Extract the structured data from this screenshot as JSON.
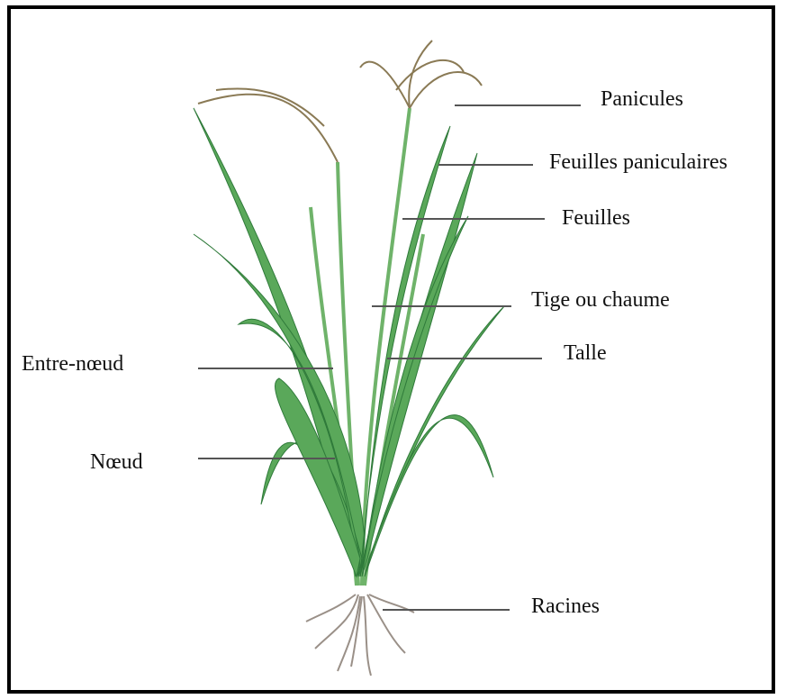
{
  "diagram": {
    "subject": "rice plant",
    "labels": {
      "panicules": "Panicules",
      "feuilles_paniculaires": "Feuilles paniculaires",
      "feuilles": "Feuilles",
      "tige": "Tige ou chaume",
      "talle": "Talle",
      "entre_noeud": "Entre-nœud",
      "noeud": "Nœud",
      "racines": "Racines"
    },
    "colors": {
      "leaf": "#5aa85a",
      "leaf_dark": "#2f7a3a",
      "panicle": "#8a7a55",
      "root": "#9a9088",
      "leader_line": "#555555",
      "frame": "#000000"
    }
  }
}
